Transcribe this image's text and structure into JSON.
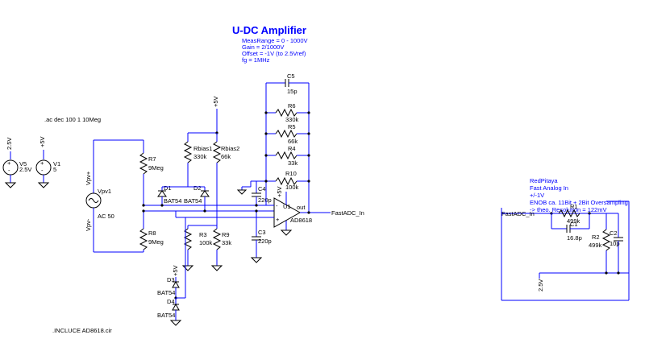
{
  "header": {
    "title": "U-DC Amplifier",
    "lines": [
      "MeasRange = 0 - 1000V",
      "Gain = 2/1000V",
      "Offset = -1V (to 2.5Vref)",
      "fg = 1MHz"
    ]
  },
  "directives": {
    "ac": ".ac dec 100 1 10Meg",
    "include": ".INCLUCE AD8618.cir"
  },
  "supplies": {
    "v5_net": "2.5V",
    "v5_name": "V5",
    "v5_value": "2.5V",
    "v1_net": "+5V",
    "v1_name": "V1",
    "v1_value": "5"
  },
  "source": {
    "name": "Vpv1",
    "value": "AC 50",
    "plus": "Vpv+",
    "minus": "Vpv-"
  },
  "components": {
    "r7": "R7",
    "r7v": "9Meg",
    "r8": "R8",
    "r8v": "9Meg",
    "d1": "D1",
    "d1v": "BAT54",
    "d2": "D2",
    "d2v": "BAT54",
    "rbias1": "Rbias1",
    "rbias1v": "330k",
    "rbias2": "Rbias2",
    "rbias2v": "66k",
    "r3": "R3",
    "r3v": "100k",
    "r9": "R9",
    "r9v": "33k",
    "c4": "C4",
    "c4v": "220p",
    "c3": "C3",
    "c3v": "220p",
    "c5": "C5",
    "c5v": "15p",
    "r6": "R6",
    "r6v": "330k",
    "r5": "R5",
    "r5v": "66k",
    "r4": "R4",
    "r4v": "33k",
    "r10": "R10",
    "r10v": "100k",
    "u1": "U1",
    "u1v": "AD8618",
    "d3": "D3",
    "d3v": "BAT54",
    "d4": "D4",
    "d4v": "BAT54",
    "rp_top": "+5V",
    "d3_top": "+5V",
    "u1_pwr": "+5V",
    "out_lbl": "out"
  },
  "nets": {
    "fastadc": "FastADC_In"
  },
  "redpitaya": {
    "lines": [
      "RedPitaya",
      "Fast Analog In",
      "+/-1V",
      "ENOB ca. 11Bit + 2Bit Oversampling",
      "-> theo. Resolution = 122mV"
    ],
    "net_in": "FastADC_In",
    "r1": "R1",
    "r1v": "499k",
    "c1": "C1",
    "c1v": "16.8p",
    "r2": "R2",
    "r2v": "499k",
    "c2": "C2",
    "c2v": "10p",
    "ref": "2.5V"
  }
}
